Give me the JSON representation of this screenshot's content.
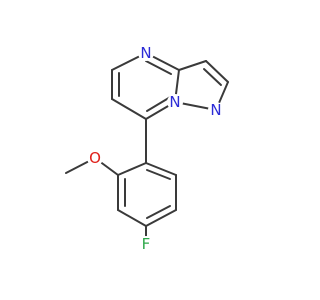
{
  "molecule": {
    "atom_labels": {
      "n_pyrimidine": "N",
      "n_bridge": "N",
      "n_pyrazole": "N",
      "o_methoxy": "O",
      "f_fluoro": "F"
    },
    "colors": {
      "bond": "#3a3a3a",
      "nitrogen": "#2c2cd6",
      "oxygen": "#e0201a",
      "fluorine": "#2ea84a"
    }
  }
}
